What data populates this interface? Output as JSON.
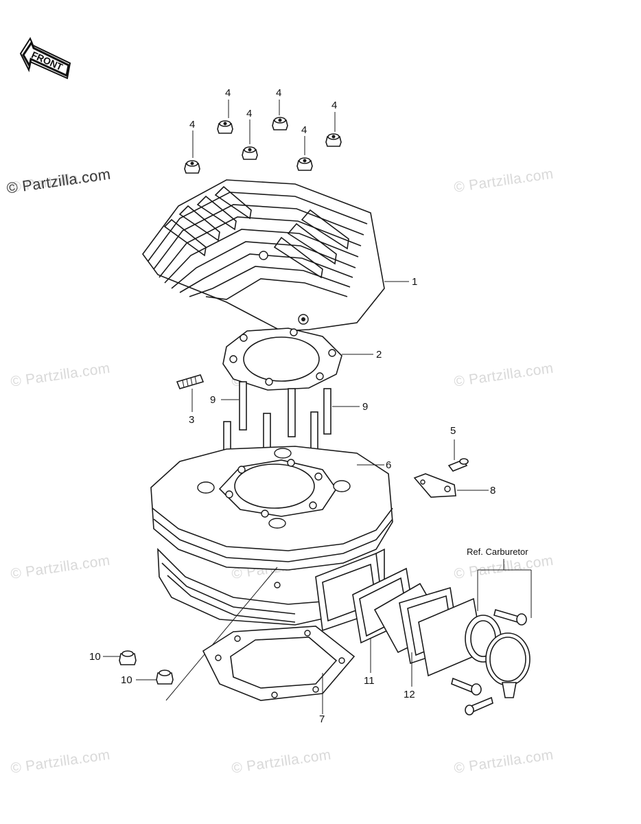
{
  "diagram": {
    "direction_label": "FRONT",
    "reference_label": "Ref. Carburetor",
    "watermark_text": "© Partzilla.com",
    "callouts": {
      "part_1": "1",
      "part_2": "2",
      "part_3": "3",
      "part_4": "4",
      "part_5": "5",
      "part_6": "6",
      "part_7": "7",
      "part_8": "8",
      "part_9": "9",
      "part_10": "10",
      "part_11": "11",
      "part_12": "12"
    }
  }
}
